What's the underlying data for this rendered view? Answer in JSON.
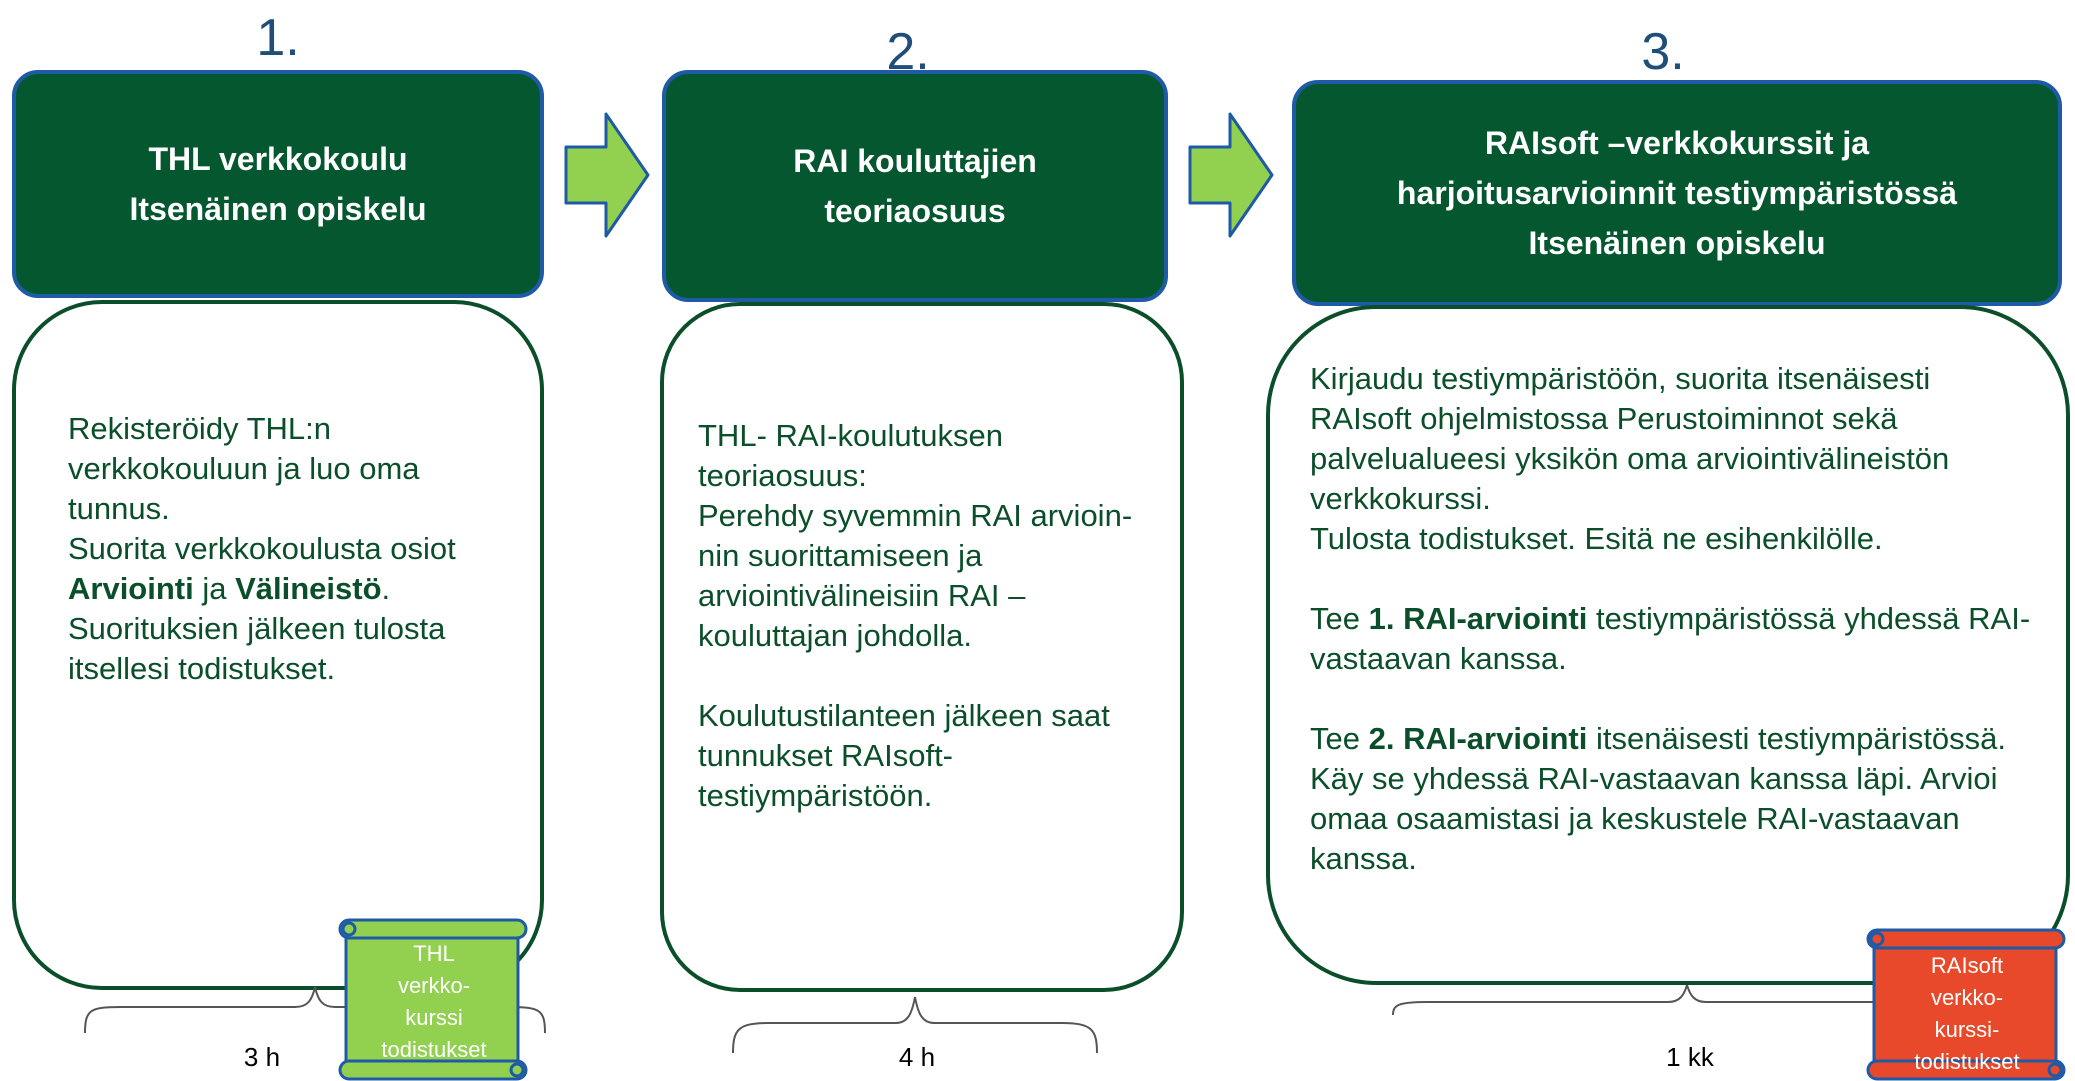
{
  "steps": [
    {
      "number": "1.",
      "title_lines": [
        "THL verkkokoulu",
        "Itsenäinen opiskelu"
      ],
      "body": {
        "line1": "Rekisteröidy THL:n",
        "line2": "verkkokouluun ja luo oma",
        "line3": "tunnus.",
        "line4": "Suorita verkkokoulusta osiot",
        "bold1": "Arviointi",
        "mid": " ja ",
        "bold2": "Välineistö",
        "after": ".",
        "line6": "Suorituksien jälkeen tulosta",
        "line7": "itsellesi todistukset."
      },
      "duration": "3 h",
      "certificate": {
        "lines": [
          "THL",
          "verkko-",
          "kurssi",
          "todistukset"
        ],
        "color": "#92d050"
      }
    },
    {
      "number": "2.",
      "title_lines": [
        "RAI kouluttajien",
        "teoriaosuus"
      ],
      "body": {
        "line1": "THL- RAI-koulutuksen",
        "line2": "teoriaosuus:",
        "line3": "Perehdy syvemmin RAI arvioin-",
        "line4": "nin suorittamiseen ja",
        "line5": "arviointivälineisiin RAI –",
        "line6": "kouluttajan johdolla.",
        "line7": "Koulutustilanteen jälkeen saat",
        "line8": "tunnukset RAIsoft-",
        "line9": "testiympäristöön."
      },
      "duration": "4 h"
    },
    {
      "number": "3.",
      "title_lines": [
        "RAIsoft –verkkokurssit  ja",
        "harjoitusarvioinnit  testiympäristössä",
        "Itsenäinen opiskelu"
      ],
      "body": {
        "line1": "Kirjaudu testiympäristöön, suorita itsenäisesti",
        "line2": "RAIsoft ohjelmistossa Perustoiminnot sekä",
        "line3": "palvelualueesi yksikön oma arviointivälineistön",
        "line4": "verkkokurssi.",
        "line5": "Tulosta todistukset. Esitä ne esihenkilölle.",
        "p2_pre": "Tee ",
        "p2_bold": "1. RAI-arviointi",
        "p2_post": " testiympäristössä yhdessä RAI-",
        "p2_line2": "vastaavan kanssa.",
        "p3_pre": "Tee ",
        "p3_bold": "2. RAI-arviointi",
        "p3_post": " itsenäisesti testiympäristössä.",
        "p3_line2": "Käy se yhdessä RAI-vastaavan kanssa läpi. Arvioi",
        "p3_line3": "omaa osaamistasi ja keskustele RAI-vastaavan",
        "p3_line4": "kanssa."
      },
      "duration": "1 kk",
      "certificate": {
        "lines": [
          "RAIsoft",
          "verkko-",
          "kurssi-",
          "todistukset"
        ],
        "color": "#e8492a"
      }
    }
  ],
  "colors": {
    "header_fill": "#05572f",
    "header_border": "#1f5aa6",
    "body_text": "#0b4f2a",
    "number": "#1f4e79",
    "arrow_fill": "#92d050",
    "arrow_stroke": "#1f5aa6"
  },
  "icons": {
    "arrow": "right-arrow-icon",
    "certificate": "scroll-icon",
    "brace": "brace-icon"
  }
}
